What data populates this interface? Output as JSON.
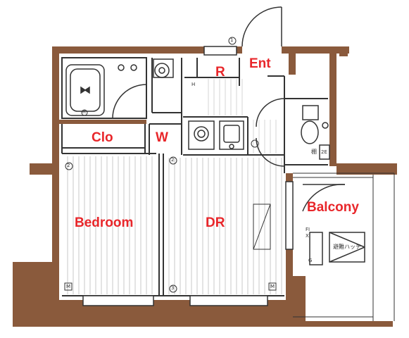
{
  "rooms": {
    "bedroom": "Bedroom",
    "dr": "DR",
    "closet": "Clo",
    "washer": "W",
    "refrigerator": "R",
    "entrance": "Ent",
    "balcony": "Balcony"
  },
  "symbols": {
    "evacuation_hatch": "避難ハッチ",
    "fix": "FIX",
    "shelf": "棚",
    "marker_m": "M",
    "marker_g": "G",
    "circle_1": "1",
    "circle_2": "2",
    "circle_3": "3",
    "circle_e": "2E",
    "marker_r": "R",
    "marker_h": "H"
  },
  "colors": {
    "wall": "#8a5a3c",
    "label": "#e8262a",
    "line": "#333333",
    "floor_line": "#bdbdbd"
  }
}
